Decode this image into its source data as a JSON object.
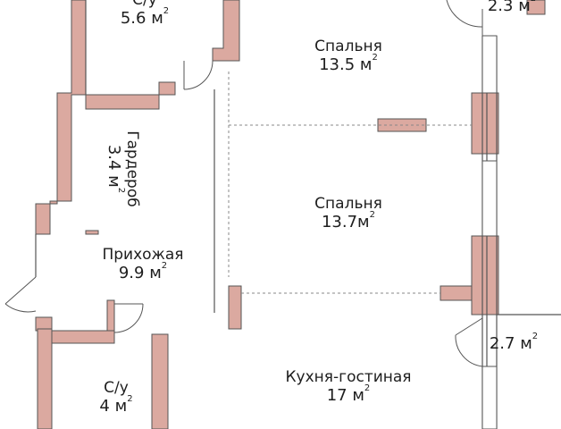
{
  "plan": {
    "colors": {
      "wall": "#dba9a0",
      "outline": "#555555",
      "dashed": "#888888",
      "background": "#ffffff"
    },
    "area_unit": "м",
    "area_power": "2",
    "rooms": [
      {
        "id": "bath_top",
        "name": "С/у",
        "area": "5.6 м"
      },
      {
        "id": "balcony_top",
        "name": "",
        "area": "2.3 м"
      },
      {
        "id": "bedroom_1",
        "name": "Спальня",
        "area": "13.5 м"
      },
      {
        "id": "wardrobe",
        "name": "Гардероб",
        "area": "3.4 м"
      },
      {
        "id": "bedroom_2",
        "name": "Спальня",
        "area": "13.7м"
      },
      {
        "id": "hallway",
        "name": "Прихожая",
        "area": "9.9 м"
      },
      {
        "id": "balcony_bottom",
        "name": "",
        "area": "2.7 м"
      },
      {
        "id": "bath_bottom",
        "name": "С/у",
        "area": "4 м"
      },
      {
        "id": "kitchen_living",
        "name": "Кухня-гостиная",
        "area": "17 м"
      }
    ]
  }
}
